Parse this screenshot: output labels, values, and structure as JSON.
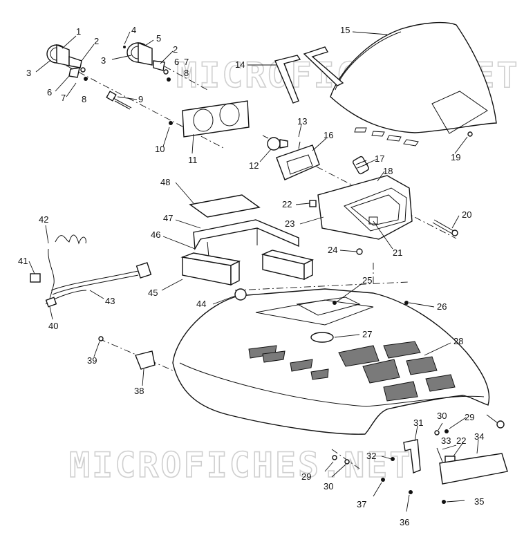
{
  "watermark": "MICROFICHES.NET",
  "callouts": [
    "1",
    "2",
    "3",
    "4",
    "5",
    "6",
    "7",
    "8",
    "9",
    "10",
    "11",
    "12",
    "13",
    "14",
    "15",
    "16",
    "17",
    "18",
    "19",
    "20",
    "21",
    "22",
    "23",
    "24",
    "25",
    "26",
    "27",
    "28",
    "29",
    "30",
    "31",
    "32",
    "33",
    "34",
    "35",
    "36",
    "37",
    "38",
    "39",
    "40",
    "41",
    "42",
    "43",
    "44",
    "45",
    "46",
    "47",
    "48"
  ],
  "repeated_callouts": [
    "2",
    "3",
    "6",
    "7",
    "8",
    "22",
    "29",
    "30"
  ]
}
